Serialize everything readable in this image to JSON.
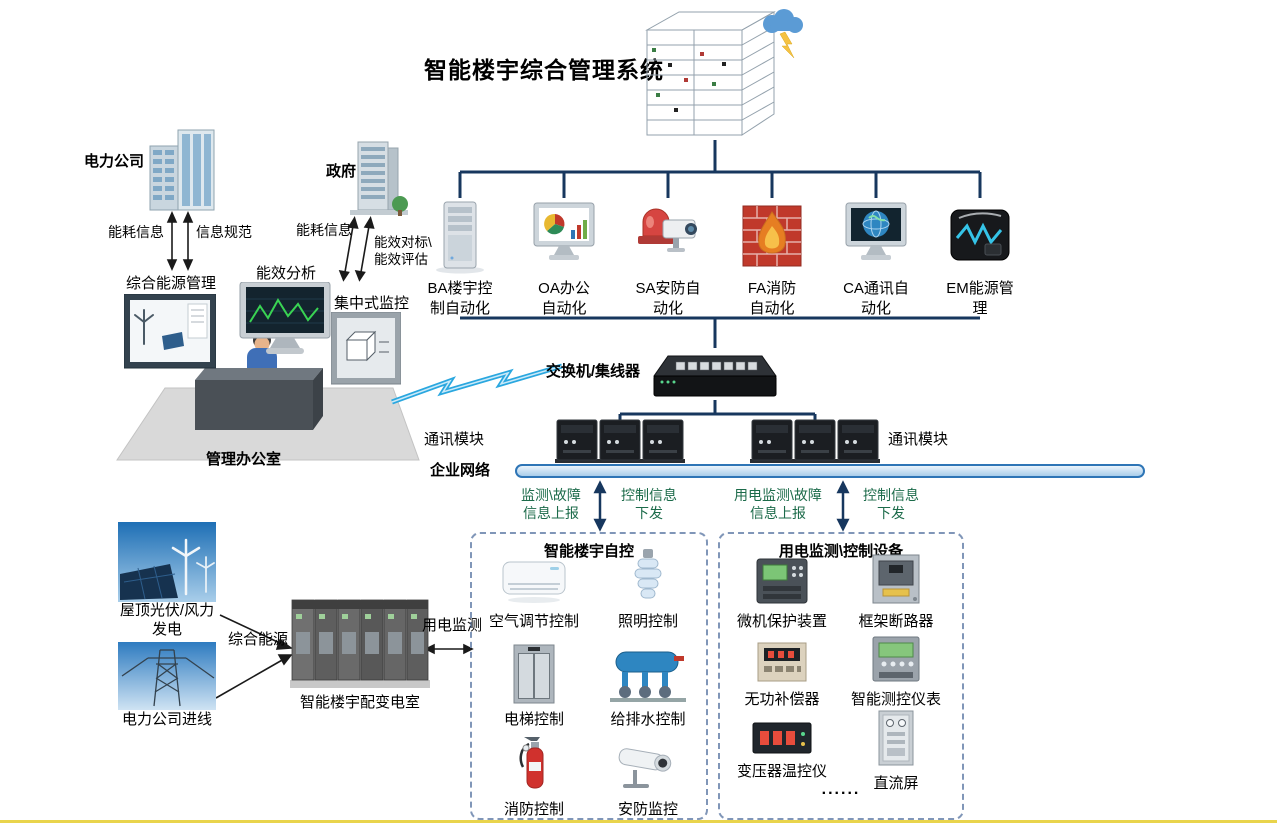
{
  "title": "智能楼宇综合管理系统",
  "colors": {
    "line": "#17375E",
    "flow_text": "#1C6B4A",
    "bus_fill": "#A9CDEA",
    "bus_border": "#2E75B6",
    "dashed_box_border": "#8096B8",
    "lightning": "#2AA7DF"
  },
  "subsystems": [
    {
      "label": "BA楼宇控\n制自动化",
      "icon": "server-icon"
    },
    {
      "label": "OA办公\n自动化",
      "icon": "monitor-chart-icon"
    },
    {
      "label": "SA安防自\n动化",
      "icon": "alarm-camera-icon"
    },
    {
      "label": "FA消防\n自动化",
      "icon": "firewall-flame-icon"
    },
    {
      "label": "CA通讯自\n动化",
      "icon": "monitor-globe-icon"
    },
    {
      "label": "EM能源管\n理",
      "icon": "energy-meter-icon"
    }
  ],
  "network": {
    "switch_label": "交换机/集线器",
    "comm_module_left_label": "通讯模块",
    "comm_module_right_label": "通讯模块",
    "enterprise_network_label": "企业网络"
  },
  "flows": {
    "left_up": "监测\\故障\n信息上报",
    "left_down": "控制信息\n下发",
    "right_up": "用电监测\\故障\n信息上报",
    "right_down": "控制信息\n下发"
  },
  "management": {
    "power_company_label": "电力公司",
    "government_label": "政府",
    "energy_info_label": "能耗信息",
    "info_standard_label": "信息规范",
    "gov_energy_info_label": "能耗信息",
    "benchmark_label": "能效对标\\\n能效评估",
    "integrated_energy_mgmt_label": "综合能源管理",
    "efficiency_analysis_label": "能效分析",
    "central_monitoring_label": "集中式监控",
    "office_label": "管理办公室"
  },
  "supply": {
    "pv_wind_label": "屋顶光伏/风力\n发电",
    "grid_line_label": "电力公司进线",
    "integrated_energy_label": "综合能源",
    "substation_label": "智能楼宇配变电室",
    "power_monitor_label": "用电监测"
  },
  "building_automation": {
    "title": "智能楼宇自控",
    "items": [
      {
        "label": "空气调节控制",
        "icon": "air-conditioner-icon"
      },
      {
        "label": "照明控制",
        "icon": "light-bulb-icon"
      },
      {
        "label": "电梯控制",
        "icon": "elevator-icon"
      },
      {
        "label": "给排水控制",
        "icon": "water-pump-icon"
      },
      {
        "label": "消防控制",
        "icon": "fire-extinguisher-icon"
      },
      {
        "label": "安防监控",
        "icon": "cctv-camera-icon"
      }
    ]
  },
  "power_devices": {
    "title": "用电监测\\控制设备",
    "items": [
      {
        "label": "微机保护装置",
        "icon": "protection-relay-icon"
      },
      {
        "label": "框架断路器",
        "icon": "circuit-breaker-icon"
      },
      {
        "label": "无功补偿器",
        "icon": "compensator-icon"
      },
      {
        "label": "智能测控仪表",
        "icon": "smart-meter-icon"
      },
      {
        "label": "变压器温控仪",
        "icon": "temp-controller-icon"
      },
      {
        "label": "直流屏",
        "icon": "dc-panel-icon"
      }
    ],
    "ellipsis": "......"
  }
}
